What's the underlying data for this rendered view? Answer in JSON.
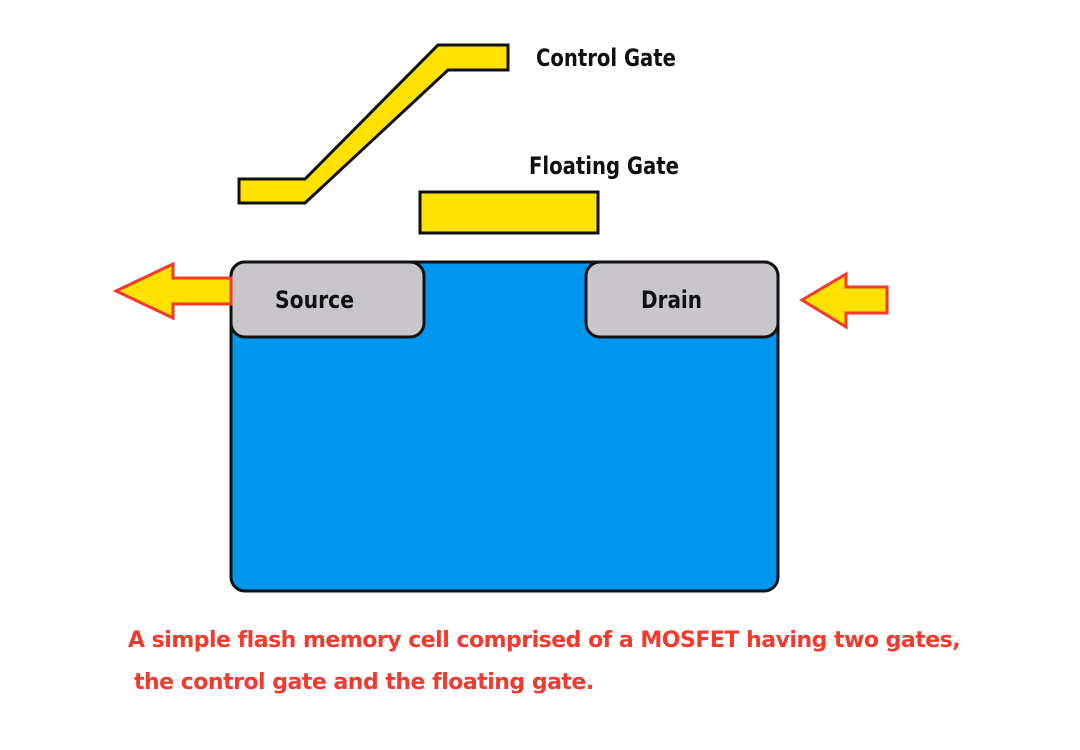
{
  "labels": {
    "control_gate": "Control Gate",
    "floating_gate": "Floating Gate",
    "source": "Source",
    "drain": "Drain"
  },
  "caption": {
    "line1": "A simple flash memory cell comprised of a MOSFET having two gates,",
    "line2": "the control gate and the floating gate."
  },
  "colors": {
    "substrate": "#0096ee",
    "terminal": "#c8c6cb",
    "gate": "#ffe100",
    "arrow_fill": "#ffe100",
    "arrow_outline": "#f23a2e",
    "caption": "#f23a2e",
    "outline": "#111111"
  },
  "arrows": {
    "source_arrow": "pointing-left",
    "drain_arrow": "pointing-left"
  }
}
